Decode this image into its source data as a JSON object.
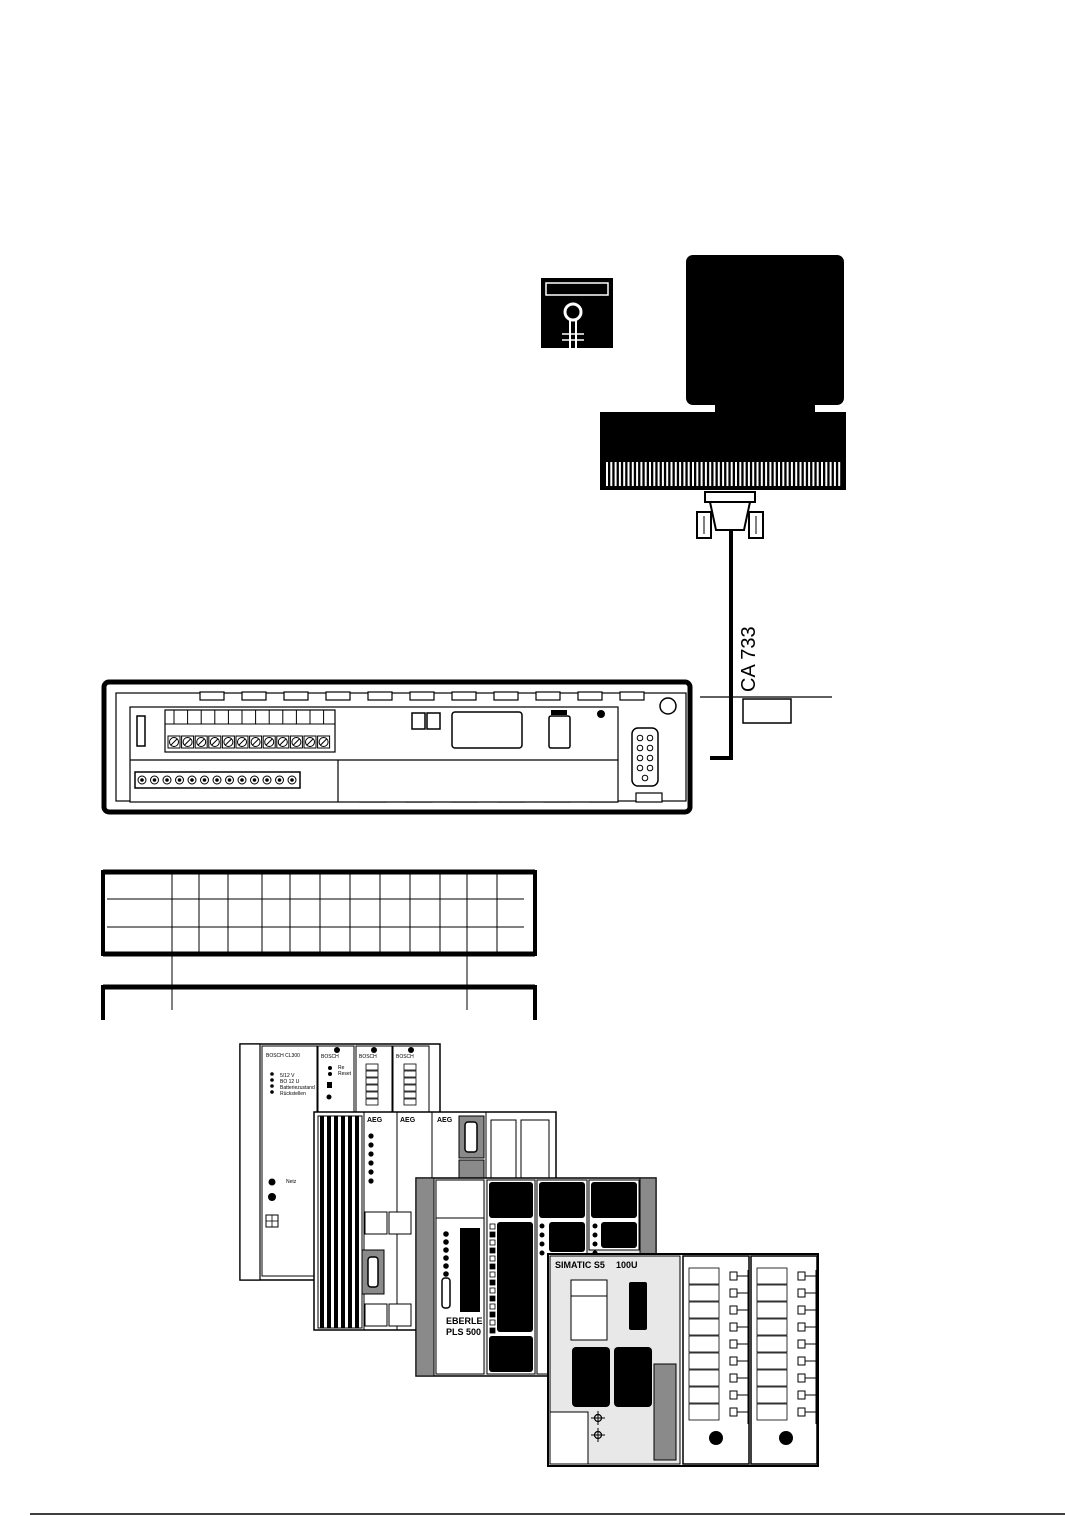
{
  "diagram": {
    "cable_label": "CA 733",
    "plc_labels": {
      "bosch_main": "BOSCH CL300",
      "bosch_lines": [
        "5/12 V",
        "BO 12 U",
        "Batteriezustand",
        "Rückstellen"
      ],
      "bosch_netz": "Netz",
      "bosch_small": "BOSCH",
      "bosch_re": [
        "Re",
        "Reset"
      ],
      "aeg": "AEG",
      "eberle": [
        "EBERLE",
        "PLS 500"
      ],
      "simatic": "SIMATIC S5",
      "simatic_model": "100U"
    },
    "colors": {
      "ink": "#000000",
      "panel_grey": "#e8e8e8",
      "dark_grey": "#8a8a8a"
    }
  }
}
